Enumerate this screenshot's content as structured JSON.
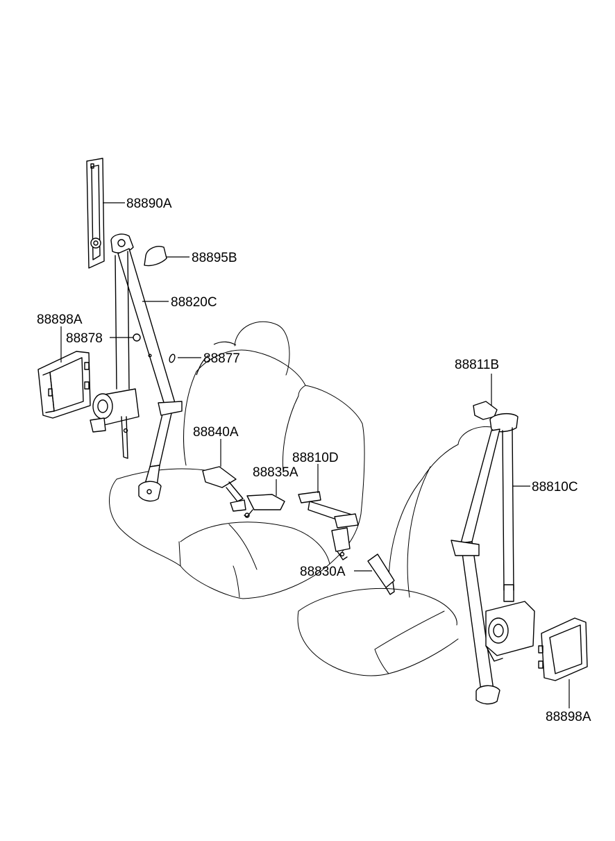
{
  "labels": {
    "p88890A": "88890A",
    "p88895B": "88895B",
    "p88820C": "88820C",
    "p88898A_left": "88898A",
    "p88878": "88878",
    "p88877": "88877",
    "p88840A": "88840A",
    "p88835A": "88835A",
    "p88810D": "88810D",
    "p88811B": "88811B",
    "p88810C": "88810C",
    "p88830A": "88830A",
    "p88898A_right": "88898A"
  }
}
